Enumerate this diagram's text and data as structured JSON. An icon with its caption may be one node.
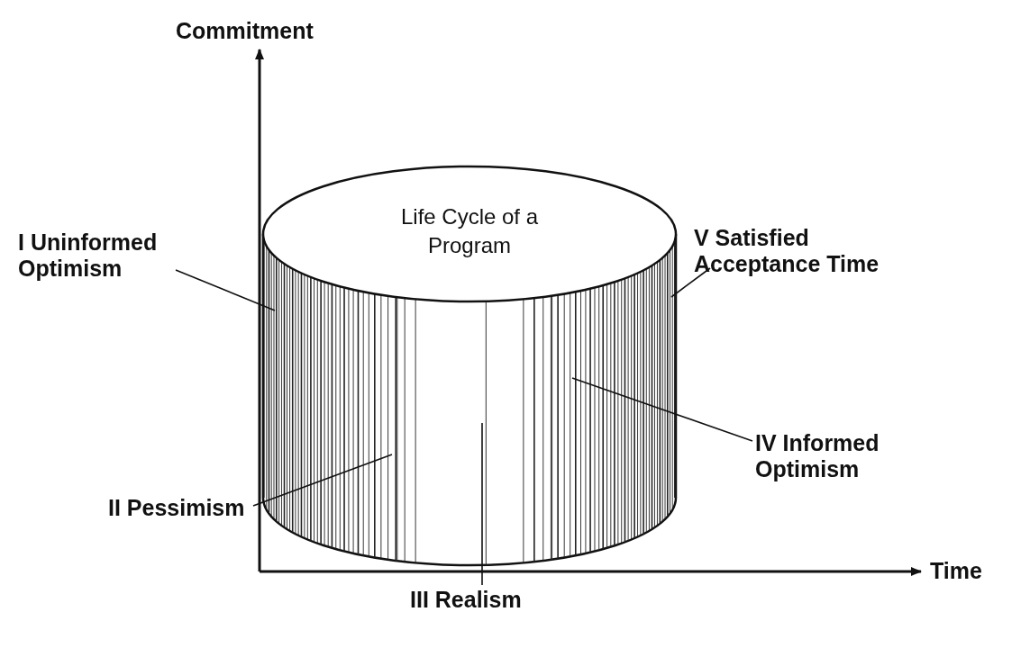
{
  "diagram": {
    "nodes": [
      {
        "text": [
          "Life Cycle of a Program"
        ]
      },
      {
        "text": [
          "I Uninformed Optimism"
        ]
      },
      {
        "text": [
          "II Pessimism"
        ]
      },
      {
        "text": [
          "III Realism"
        ]
      },
      {
        "text": [
          "IV Informed Optimism"
        ]
      },
      {
        "text": [
          "V Satisfied Acceptance Time"
        ]
      }
    ],
    "edges": [
      {
        "from": 1,
        "to": 0,
        "arrow": "none"
      },
      {
        "from": 2,
        "to": 0,
        "arrow": "none"
      },
      {
        "from": 3,
        "to": 0,
        "arrow": "none"
      },
      {
        "from": 4,
        "to": 0,
        "arrow": "none"
      },
      {
        "from": 5,
        "to": 0,
        "arrow": "none"
      }
    ],
    "labels": [
      "Commitment",
      "Time"
    ]
  }
}
